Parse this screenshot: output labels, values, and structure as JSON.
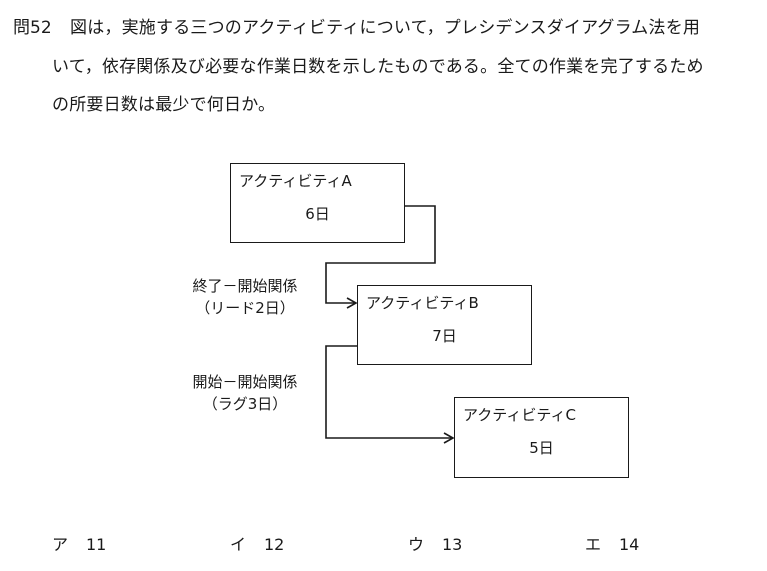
{
  "question": {
    "number": "問52",
    "lines": [
      "図は，実施する三つのアクティビティについて，プレシデンスダイアグラム法を用",
      "いて，依存関係及び必要な作業日数を示したものである。全ての作業を完了するため",
      "の所要日数は最少で何日か。"
    ]
  },
  "diagram": {
    "activities": [
      {
        "name": "アクティビティA",
        "duration": "6日"
      },
      {
        "name": "アクティビティB",
        "duration": "7日"
      },
      {
        "name": "アクティビティC",
        "duration": "5日"
      }
    ],
    "relations": [
      {
        "type": "終了－開始関係",
        "detail": "（リード2日）",
        "from": "A",
        "to": "B"
      },
      {
        "type": "開始－開始関係",
        "detail": "（ラグ3日）",
        "from": "B",
        "to": "C"
      }
    ],
    "line_color": "#1a1a1a"
  },
  "choices": [
    {
      "mark": "ア",
      "value": "11"
    },
    {
      "mark": "イ",
      "value": "12"
    },
    {
      "mark": "ウ",
      "value": "13"
    },
    {
      "mark": "エ",
      "value": "14"
    }
  ]
}
